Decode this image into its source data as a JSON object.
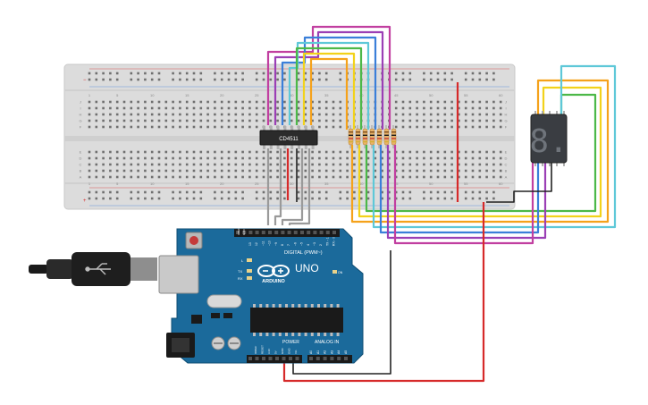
{
  "breadboard": {
    "column_numbers": [
      "1",
      "5",
      "10",
      "15",
      "20",
      "25",
      "30",
      "35",
      "40",
      "45",
      "50",
      "55",
      "60"
    ],
    "row_letters_top": [
      "J",
      "I",
      "H",
      "G",
      "F"
    ],
    "row_letters_bottom": [
      "E",
      "D",
      "C",
      "B",
      "A"
    ],
    "rail_minus": "−",
    "rail_plus": "+"
  },
  "ic": {
    "label": "CD4511"
  },
  "resistors": {
    "count": 7
  },
  "display": {
    "digit": "8."
  },
  "arduino": {
    "brand": "ARDUINO",
    "model": "UNO",
    "digital_label": "DIGITAL (PWM~)",
    "power_label": "POWER",
    "analog_label": "ANALOG IN",
    "on_label": "ON",
    "l_label": "L",
    "tx_label": "TX",
    "rx_label": "RX",
    "aref_label": "AREF",
    "gnd_label": "GND",
    "digital_pins": [
      "13",
      "12",
      "~11",
      "~10",
      "~9",
      "8",
      "7",
      "~6",
      "~5",
      "4",
      "~3",
      "2",
      "TX→1",
      "RX←0"
    ],
    "power_pins": [
      "IOREF",
      "RESET",
      "3.3V",
      "5V",
      "GND",
      "GND",
      "Vin"
    ],
    "analog_pins": [
      "A0",
      "A1",
      "A2",
      "A3",
      "A4",
      "A5"
    ]
  },
  "colors": {
    "breadboard": "#dcdcdc",
    "arduino": "#1b6a9b",
    "red_wire": "#d62a2a",
    "orange_wire": "#f5a21b",
    "yellow_wire": "#f2d21a",
    "green_wire": "#4cb848",
    "blue_wire": "#3b7fd9",
    "purple_wire": "#9b3fb5",
    "magenta_wire": "#c13fa0",
    "cyan_wire": "#5ec8d8",
    "gray_wire": "#9a9a9a",
    "black_wire": "#222222"
  }
}
